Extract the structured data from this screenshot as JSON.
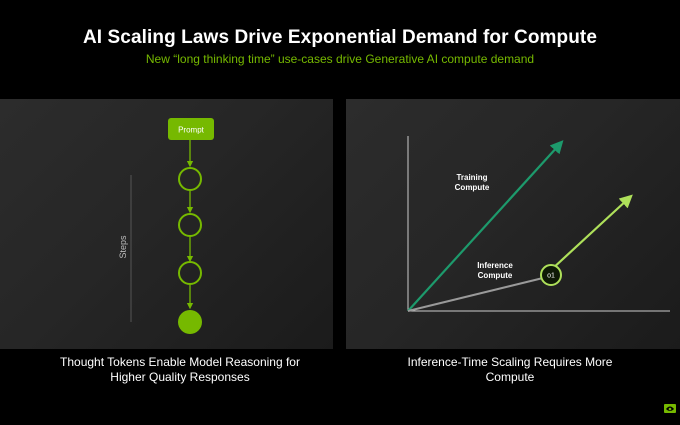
{
  "header": {
    "title": "AI Scaling Laws Drive Exponential Demand for Compute",
    "subtitle": "New  “long thinking time” use-cases drive Generative AI compute demand"
  },
  "left_panel": {
    "prompt_label": "Prompt",
    "steps_label": "Steps",
    "caption_line1": "Thought Tokens Enable Model Reasoning for",
    "caption_line2": "Higher Quality Responses"
  },
  "right_panel": {
    "training_line1": "Training",
    "training_line2": "Compute",
    "inference_line1": "Inference",
    "inference_line2": "Compute",
    "o1_label": "o1",
    "caption_line1": "Inference-Time Scaling Requires More",
    "caption_line2": "Compute"
  },
  "colors": {
    "accent_green": "#76b900",
    "training_line": "#1d9a6c",
    "inference_line": "#aee05a",
    "gray_line": "#9a9a9a"
  },
  "icons": [
    "nvidia-logo-icon"
  ]
}
